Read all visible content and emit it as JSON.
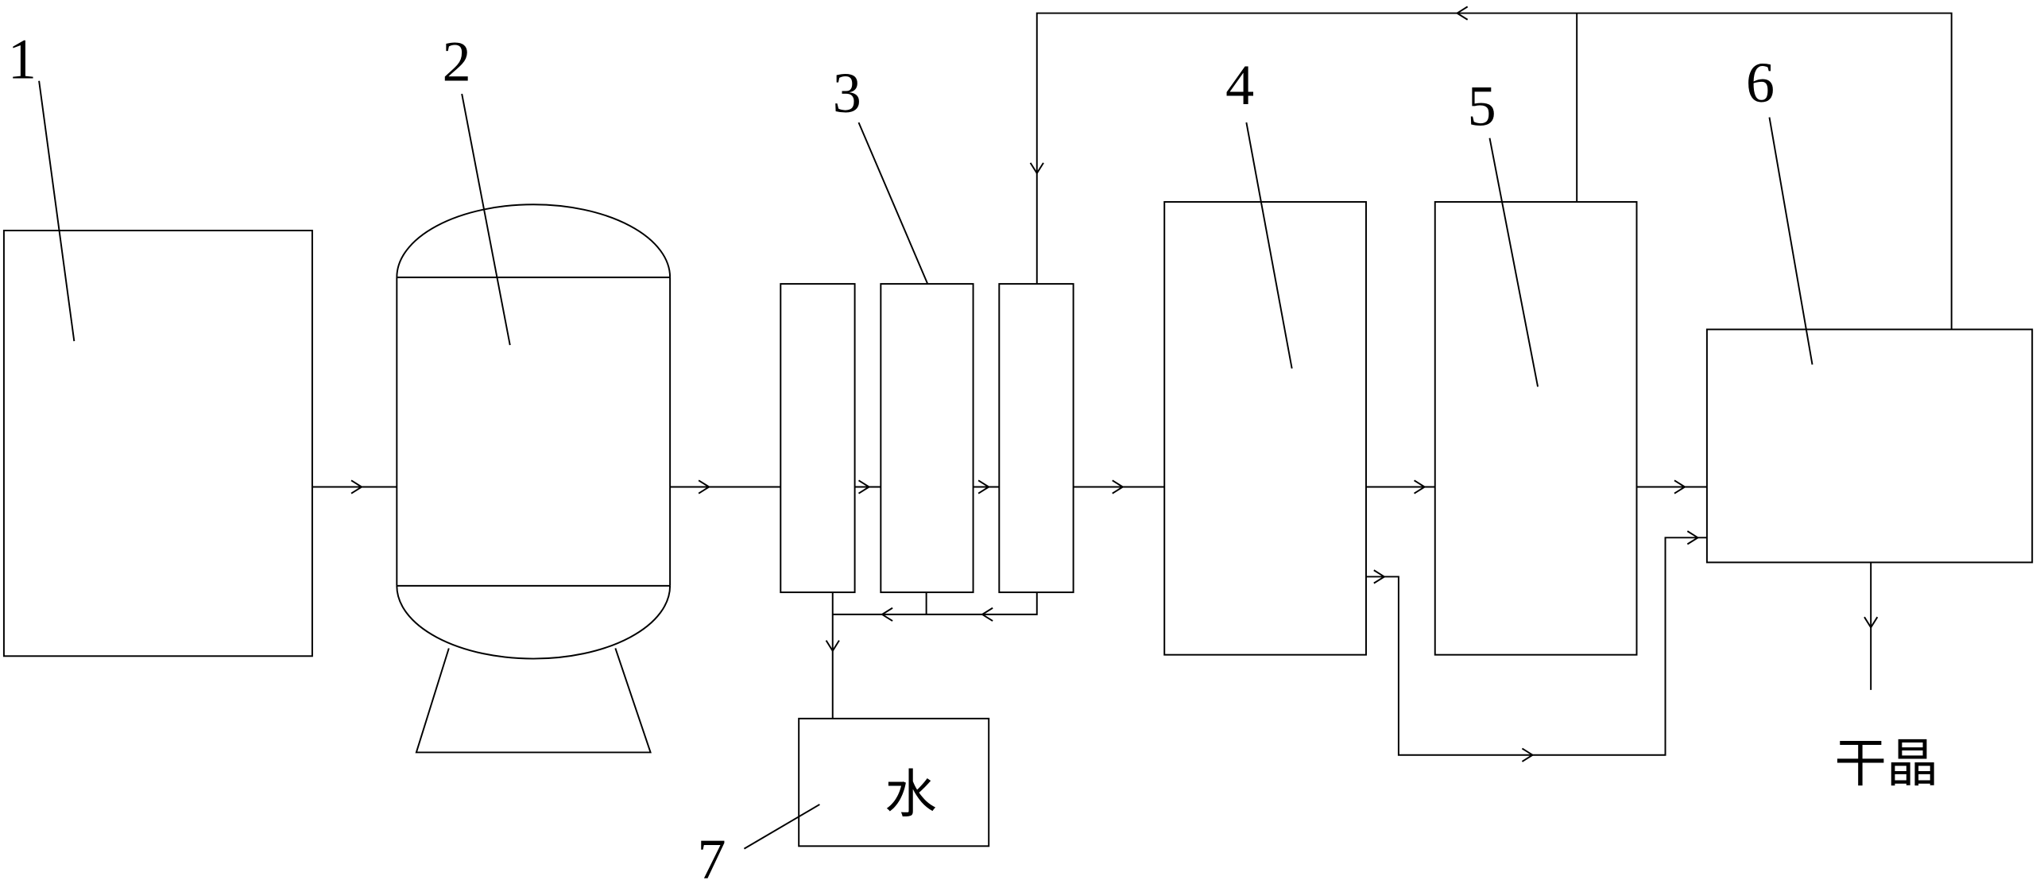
{
  "diagram": {
    "units": [
      {
        "id": "unit-1",
        "label": "1"
      },
      {
        "id": "unit-2",
        "label": "2"
      },
      {
        "id": "unit-3",
        "label": "3"
      },
      {
        "id": "unit-4",
        "label": "4"
      },
      {
        "id": "unit-5",
        "label": "5"
      },
      {
        "id": "unit-6",
        "label": "6"
      },
      {
        "id": "unit-7",
        "label": "7"
      }
    ],
    "water_box_text": "水",
    "product_text": "干晶",
    "colors": {
      "stroke": "#000000",
      "background": "#ffffff"
    }
  }
}
